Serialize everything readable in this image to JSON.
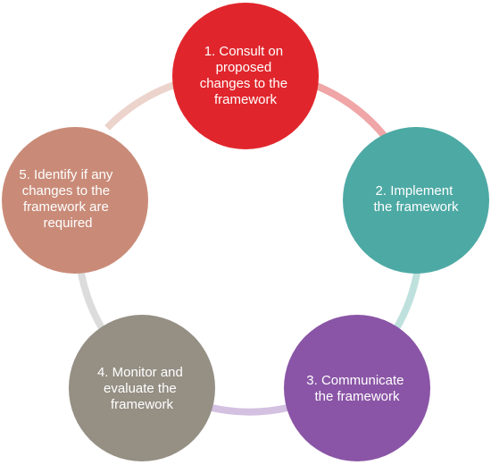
{
  "cycle": {
    "steps": [
      {
        "number": "1.",
        "label_lines": [
          "1. Consult on",
          "proposed",
          "changes to the",
          "framework"
        ],
        "color": "#e0262c"
      },
      {
        "number": "2.",
        "label_lines": [
          "2. Implement",
          "the framework"
        ],
        "color": "#4da9a4"
      },
      {
        "number": "3.",
        "label_lines": [
          "3. Communicate",
          "the framework"
        ],
        "color": "#8a55a6"
      },
      {
        "number": "4.",
        "label_lines": [
          "4. Monitor and",
          "evaluate the",
          "framework"
        ],
        "color": "#958f84"
      },
      {
        "number": "5.",
        "label_lines": [
          "5. Identify if any",
          "changes to the",
          "framework are",
          "required"
        ],
        "color": "#c98b78"
      }
    ],
    "connector_colors": [
      "#f0a5a6",
      "#bfe1dd",
      "#d4c0e1",
      "#dcdcdc",
      "#ecd3cb"
    ]
  }
}
